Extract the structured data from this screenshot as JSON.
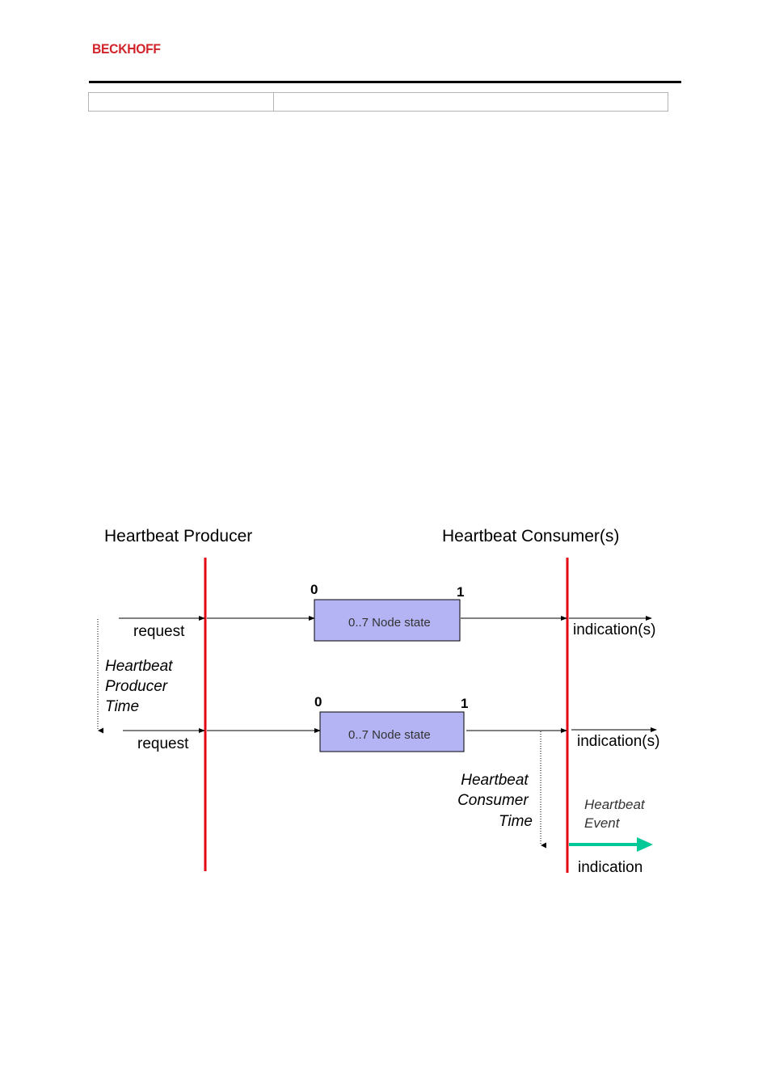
{
  "header": {
    "brand": "BECKHOFF",
    "brand_color": "#d2232a",
    "table_cells": [
      "",
      ""
    ]
  },
  "diagram": {
    "producer_title": "Heartbeat Producer",
    "consumer_title": "Heartbeat Consumer(s)",
    "lifeline_color": "#e30613",
    "box_fill": "#b4b4f5",
    "event_color": "#00c896",
    "frame1": {
      "bit_start": "0",
      "bit_end": "1",
      "box_label": "0..7 Node state",
      "request": "request",
      "indication": "indication(s)"
    },
    "frame2": {
      "bit_start": "0",
      "bit_end": "1",
      "box_label": "0..7 Node state",
      "request": "request",
      "indication": "indication(s)"
    },
    "producer_time": [
      "Heartbeat",
      "Producer",
      "Time"
    ],
    "consumer_time": [
      "Heartbeat",
      "Consumer",
      "Time"
    ],
    "event_label": [
      "Heartbeat",
      "Event"
    ],
    "event_indication": "indication"
  }
}
